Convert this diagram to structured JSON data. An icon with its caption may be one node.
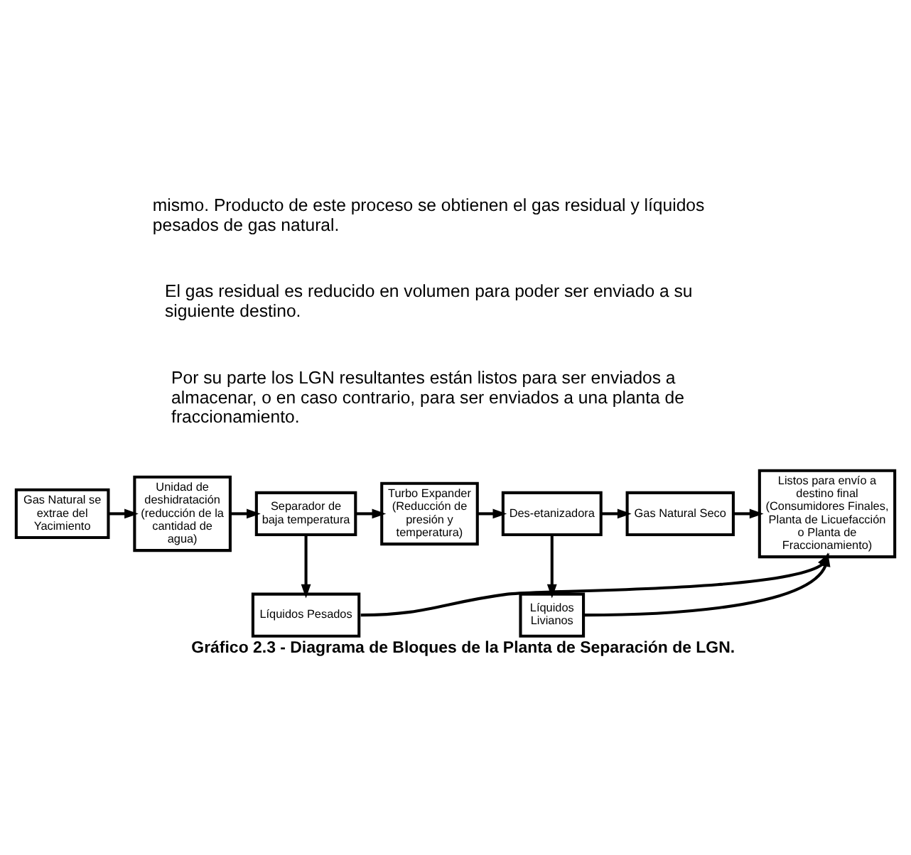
{
  "diagram": {
    "caption": "Gráfico 2.3 - Diagrama de Bloques de la Planta de Separación de LGN.",
    "nodes": [
      {
        "text": [
          "Gas Natural se extrae del Yacimiento"
        ]
      },
      {
        "text": [
          "Unidad de deshidratación",
          "(reducción de la cantidad de agua)"
        ]
      },
      {
        "text": [
          "Separador de baja temperatura"
        ]
      },
      {
        "text": [
          "Turbo Expander",
          "(Reducción de presión y temperatura)"
        ]
      },
      {
        "text": [
          "Des-etanizadora"
        ]
      },
      {
        "text": [
          "Gas Natural Seco"
        ]
      },
      {
        "text": [
          "Listos para envío a destino final (Consumidores Finales, Planta de Licuefacción o Planta de Fraccionamiento)"
        ]
      },
      {
        "text": [
          "Líquidos Pesados"
        ]
      },
      {
        "text": [
          "Líquidos Livianos"
        ]
      }
    ],
    "edges": [
      {
        "from": 0,
        "to": 1,
        "arrow": "to"
      },
      {
        "from": 1,
        "to": 2,
        "arrow": "to"
      },
      {
        "from": 2,
        "to": 3,
        "arrow": "to"
      },
      {
        "from": 3,
        "to": 4,
        "arrow": "to"
      },
      {
        "from": 4,
        "to": 5,
        "arrow": "to"
      },
      {
        "from": 5,
        "to": 6,
        "arrow": "to"
      },
      {
        "from": 2,
        "to": 7,
        "arrow": "to"
      },
      {
        "from": 4,
        "to": 8,
        "arrow": "to"
      },
      {
        "from": 8,
        "to": 6,
        "arrow": "to"
      },
      {
        "from": 7,
        "to": 6,
        "arrow": "to"
      }
    ],
    "labels": [
      "mismo. Producto de este proceso se obtienen el gas residual y líquidos pesados de gas natural.",
      "El gas residual es reducido en volumen para poder ser enviado a su siguiente destino.",
      "Por su parte los LGN resultantes están listos para ser enviados a almacenar, o en caso contrario, para ser enviados a una planta de fraccionamiento."
    ]
  }
}
